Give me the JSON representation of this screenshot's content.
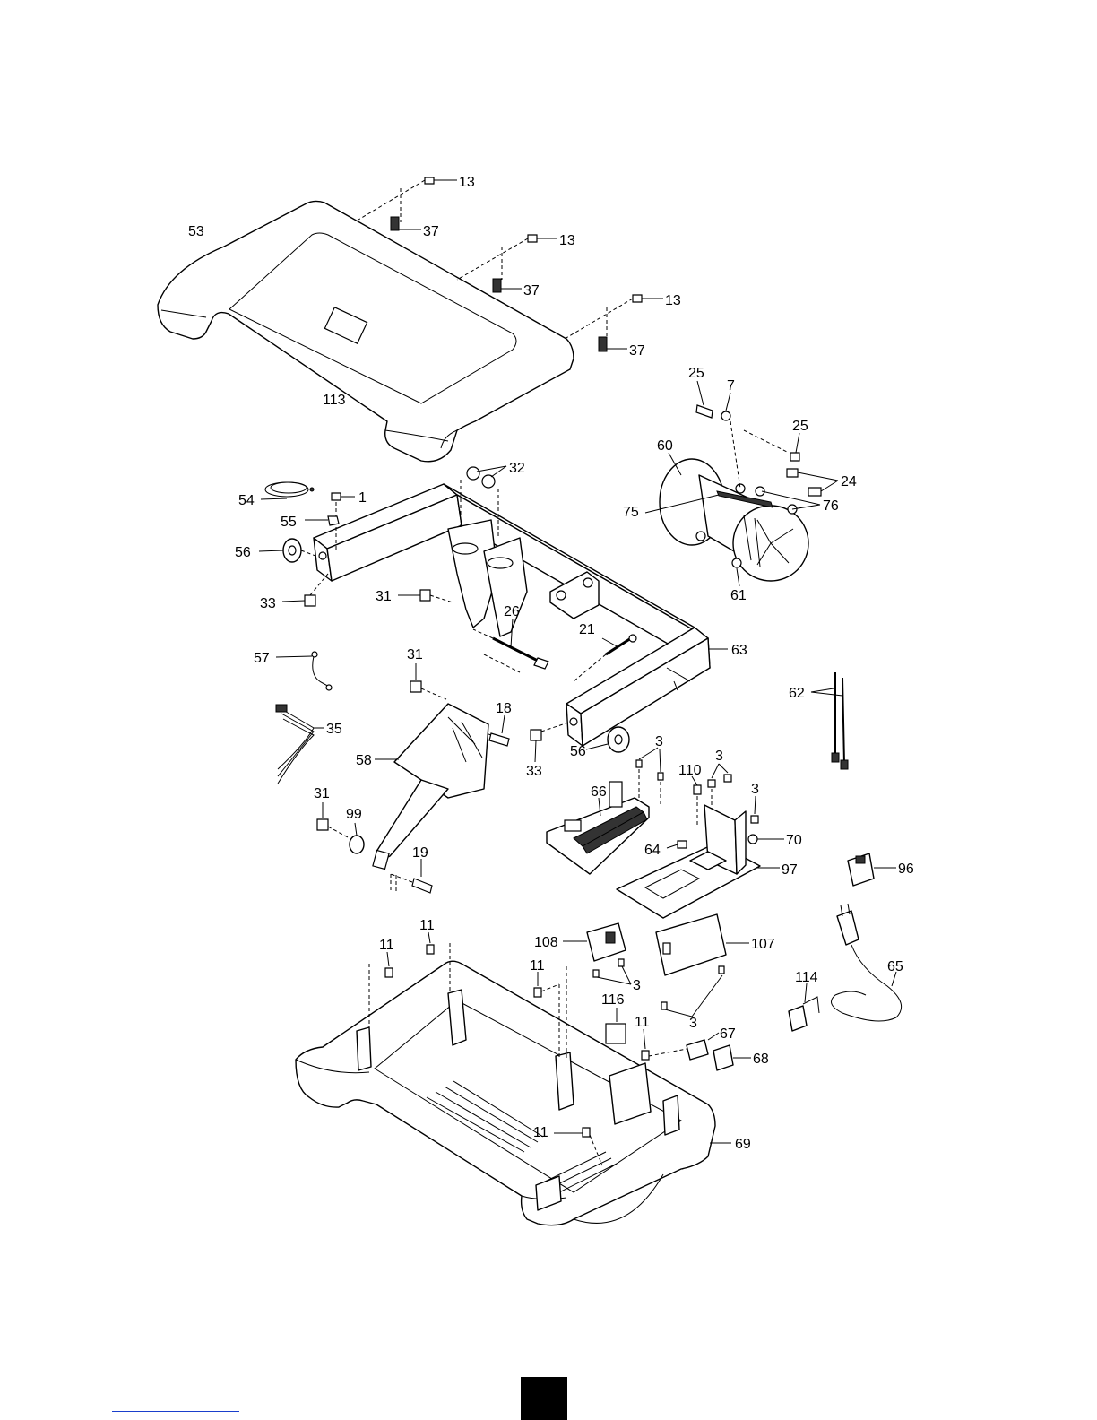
{
  "diagram": {
    "callouts": [
      {
        "id": "c13a",
        "text": "13"
      },
      {
        "id": "c37a",
        "text": "37"
      },
      {
        "id": "c13b",
        "text": "13"
      },
      {
        "id": "c37b",
        "text": "37"
      },
      {
        "id": "c13c",
        "text": "13"
      },
      {
        "id": "c37c",
        "text": "37"
      },
      {
        "id": "c53",
        "text": "53"
      },
      {
        "id": "c113",
        "text": "113"
      },
      {
        "id": "c25a",
        "text": "25"
      },
      {
        "id": "c7",
        "text": "7"
      },
      {
        "id": "c25b",
        "text": "25"
      },
      {
        "id": "c24",
        "text": "24"
      },
      {
        "id": "c60",
        "text": "60"
      },
      {
        "id": "c76",
        "text": "76"
      },
      {
        "id": "c75",
        "text": "75"
      },
      {
        "id": "c61",
        "text": "61"
      },
      {
        "id": "c32",
        "text": "32"
      },
      {
        "id": "c54",
        "text": "54"
      },
      {
        "id": "c1",
        "text": "1"
      },
      {
        "id": "c55",
        "text": "55"
      },
      {
        "id": "c56a",
        "text": "56"
      },
      {
        "id": "c33a",
        "text": "33"
      },
      {
        "id": "c31a",
        "text": "31"
      },
      {
        "id": "c26",
        "text": "26"
      },
      {
        "id": "c21",
        "text": "21"
      },
      {
        "id": "c63",
        "text": "63"
      },
      {
        "id": "c57",
        "text": "57"
      },
      {
        "id": "c31b",
        "text": "31"
      },
      {
        "id": "c62",
        "text": "62"
      },
      {
        "id": "c35",
        "text": "35"
      },
      {
        "id": "c18",
        "text": "18"
      },
      {
        "id": "c58",
        "text": "58"
      },
      {
        "id": "c56b",
        "text": "56"
      },
      {
        "id": "c33b",
        "text": "33"
      },
      {
        "id": "c3a",
        "text": "3"
      },
      {
        "id": "c3b",
        "text": "3"
      },
      {
        "id": "c110",
        "text": "110"
      },
      {
        "id": "c3c",
        "text": "3"
      },
      {
        "id": "c66",
        "text": "66"
      },
      {
        "id": "c70",
        "text": "70"
      },
      {
        "id": "c64",
        "text": "64"
      },
      {
        "id": "c97",
        "text": "97"
      },
      {
        "id": "c31c",
        "text": "31"
      },
      {
        "id": "c99",
        "text": "99"
      },
      {
        "id": "c19",
        "text": "19"
      },
      {
        "id": "c96",
        "text": "96"
      },
      {
        "id": "c11a",
        "text": "11"
      },
      {
        "id": "c11b",
        "text": "11"
      },
      {
        "id": "c108",
        "text": "108"
      },
      {
        "id": "c107",
        "text": "107"
      },
      {
        "id": "c3d",
        "text": "3"
      },
      {
        "id": "c11c",
        "text": "11"
      },
      {
        "id": "c65",
        "text": "65"
      },
      {
        "id": "c114",
        "text": "114"
      },
      {
        "id": "c116",
        "text": "116"
      },
      {
        "id": "c11d",
        "text": "11"
      },
      {
        "id": "c3e",
        "text": "3"
      },
      {
        "id": "c67",
        "text": "67"
      },
      {
        "id": "c68",
        "text": "68"
      },
      {
        "id": "c11e",
        "text": "11"
      },
      {
        "id": "c69",
        "text": "69"
      }
    ]
  }
}
